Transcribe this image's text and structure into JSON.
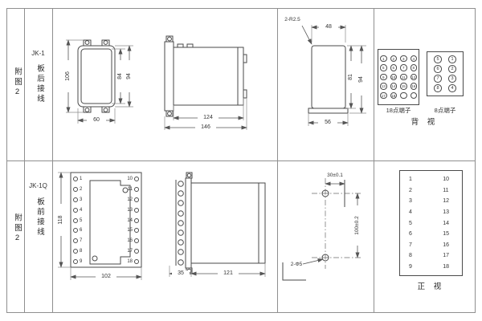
{
  "palette": {
    "background": "#ffffff",
    "line": "#4a4a4a",
    "text": "#333333"
  },
  "top": {
    "figure_label": "附图2",
    "model": "JK-1",
    "wiring": "板后接线",
    "front_view": {
      "dim_height_total": "106",
      "dim_height_inner": "84",
      "dim_height_outer": "94",
      "dim_width": "60"
    },
    "side_view": {
      "dim_body": "124",
      "dim_total": "146"
    },
    "rear_view": {
      "corner_note": "2-R2.5",
      "dim_width_top": "48",
      "dim_height_inner": "81",
      "dim_height_outer": "94",
      "dim_width_bottom": "56"
    },
    "terminals18": {
      "label": "18点端子",
      "cells": [
        "1",
        "2",
        "3",
        "4",
        "5",
        "6",
        "7",
        "8",
        "9",
        "10",
        "11",
        "12",
        "13",
        "14",
        "15",
        "16",
        "17",
        "18",
        "",
        ""
      ]
    },
    "terminals8": {
      "label": "8点端子",
      "cells": [
        "5",
        "1",
        "6",
        "2",
        "7",
        "3",
        "8",
        "4"
      ]
    },
    "view_label": "背 视"
  },
  "bottom": {
    "figure_label": "附图2",
    "model": "JK-1Q",
    "wiring": "板前接线",
    "front_view": {
      "dim_height": "118",
      "dim_width": "102",
      "left_terminals": [
        "1",
        "2",
        "3",
        "4",
        "5",
        "6",
        "7",
        "8",
        "9"
      ],
      "right_terminals": [
        "10",
        "11",
        "12",
        "13",
        "14",
        "15",
        "16",
        "17",
        "18"
      ]
    },
    "side_view": {
      "dim_terminal_depth": "35",
      "dim_body": "121"
    },
    "drill_view": {
      "dim_horizontal": "30±0.1",
      "dim_vertical": "100±0.2",
      "hole_note": "2-Φ5"
    },
    "table": {
      "left": [
        "1",
        "2",
        "3",
        "4",
        "5",
        "6",
        "7",
        "8",
        "9"
      ],
      "right": [
        "10",
        "11",
        "12",
        "13",
        "14",
        "15",
        "16",
        "17",
        "18"
      ],
      "view_label": "正 视"
    }
  }
}
